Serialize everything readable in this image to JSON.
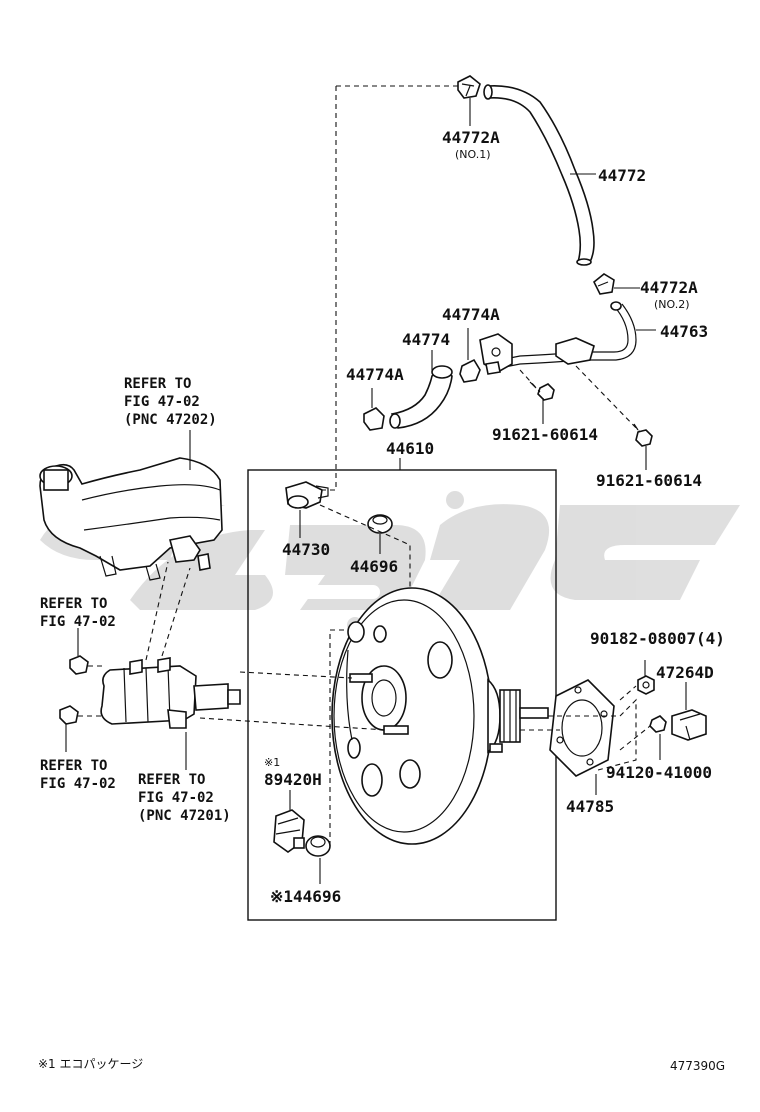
{
  "labels": {
    "p44772A_1": "44772A",
    "p44772A_1_note": "(NO.1)",
    "p44772": "44772",
    "p44772A_2": "44772A",
    "p44772A_2_note": "(NO.2)",
    "p44763": "44763",
    "p44774A_top": "44774A",
    "p44774": "44774",
    "p44774A_left": "44774A",
    "p91621_a": "91621-60614",
    "p91621_b": "91621-60614",
    "p44610": "44610",
    "p44730": "44730",
    "p44696_top": "44696",
    "p90182": "90182-08007(4)",
    "p47264D": "47264D",
    "p94120": "94120-41000",
    "p44785": "44785",
    "p89420H_note": "※1",
    "p89420H": "89420H",
    "p44696_bottom": "※144696"
  },
  "references": {
    "reservoir": [
      "REFER TO",
      "FIG 47-02",
      "(PNC 47202)"
    ],
    "left_upper": [
      "REFER TO",
      "FIG 47-02"
    ],
    "left_lower": [
      "REFER TO",
      "FIG 47-02"
    ],
    "master_cyl": [
      "REFER TO",
      "FIG 47-02",
      "(PNC 47201)"
    ]
  },
  "footer": {
    "note": "※1 エコパッケージ",
    "figure_id": "477390G"
  },
  "colors": {
    "line": "#111111",
    "watermark": "#d9d9d9",
    "background": "#ffffff"
  }
}
